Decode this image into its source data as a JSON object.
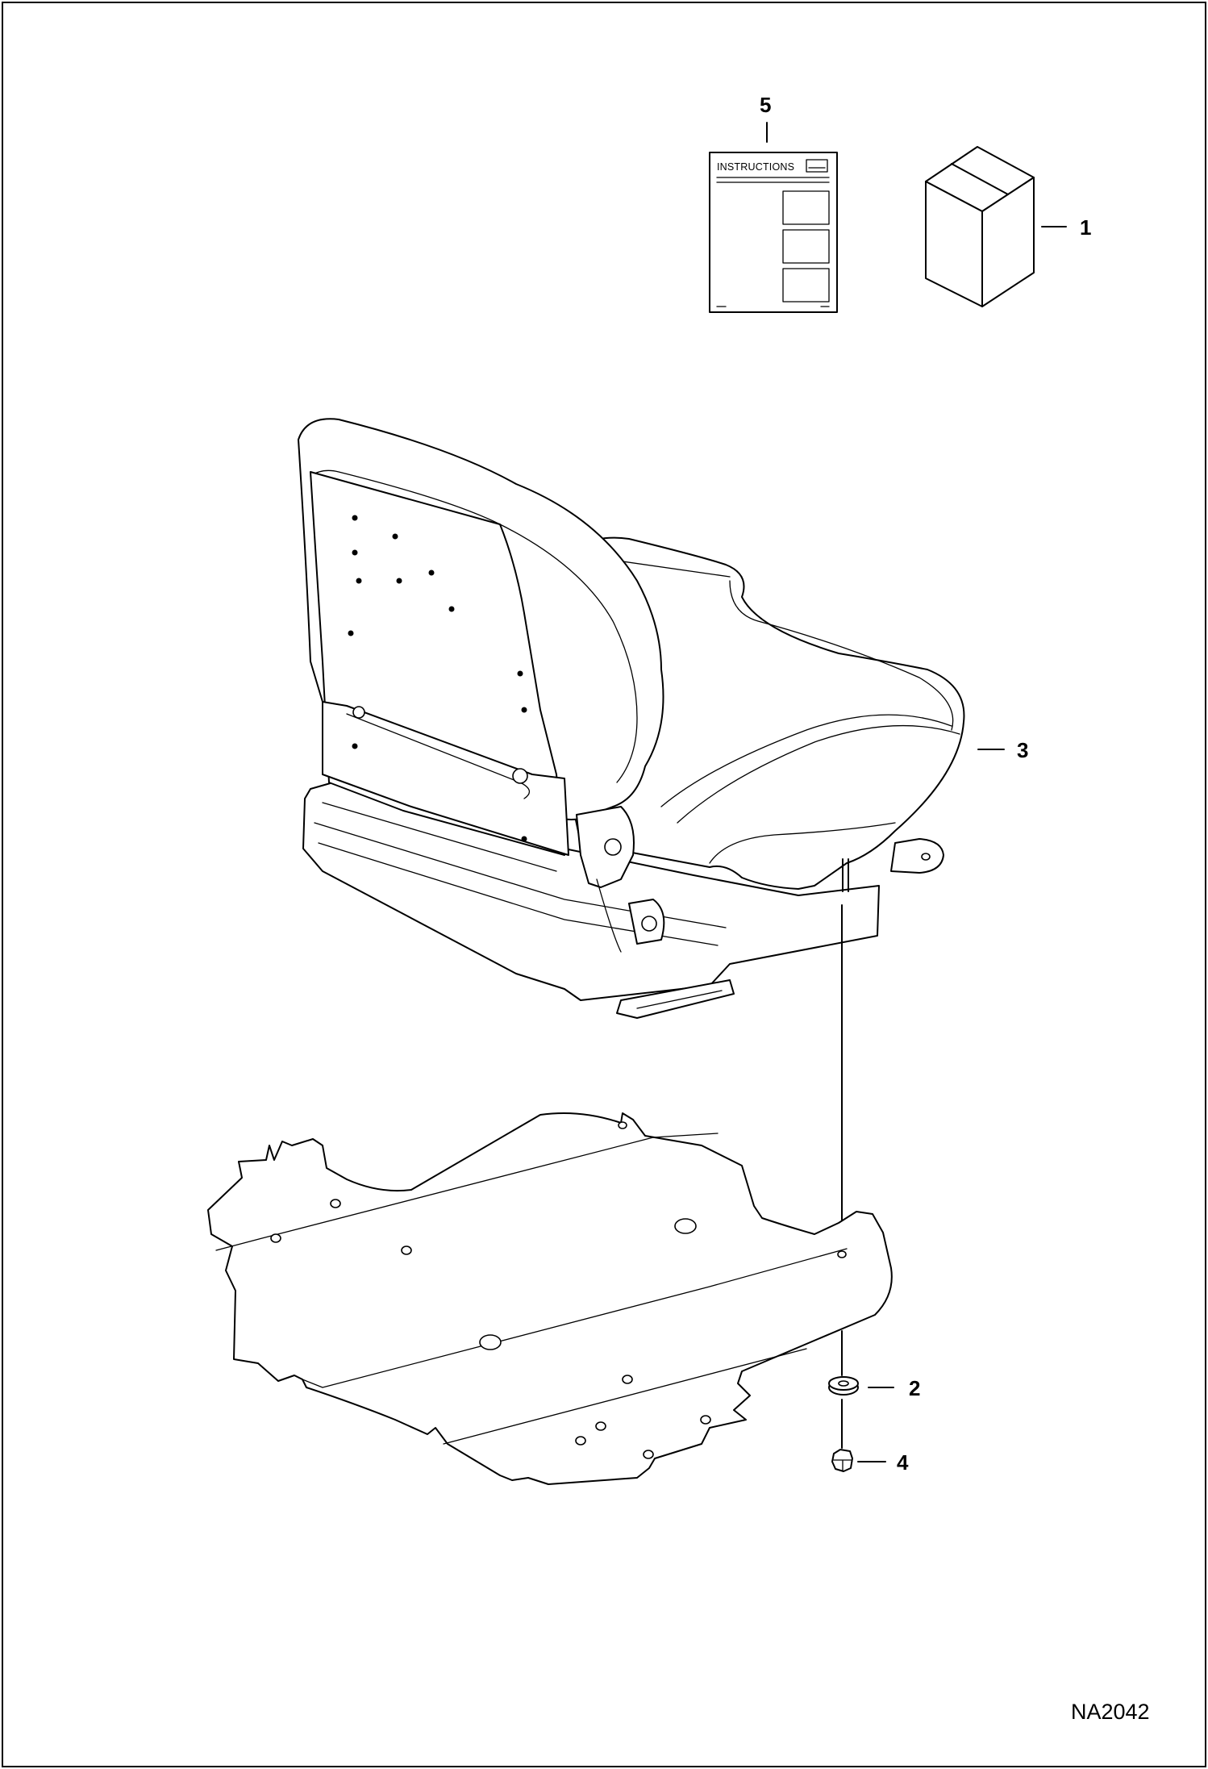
{
  "diagram": {
    "instructions_sheet_label": "INSTRUCTIONS",
    "callouts": {
      "box": "1",
      "washer": "2",
      "seat": "3",
      "nut": "4",
      "instructions": "5"
    },
    "drawing_number": "NA2042"
  }
}
